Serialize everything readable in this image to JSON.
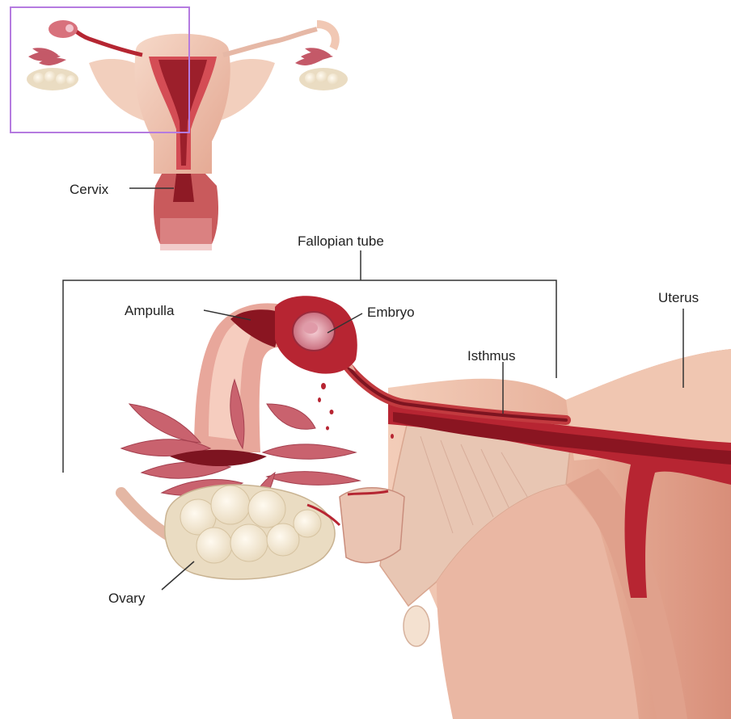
{
  "labels": {
    "cervix": "Cervix",
    "fallopian_tube": "Fallopian tube",
    "ampulla": "Ampulla",
    "embryo": "Embryo",
    "isthmus": "Isthmus",
    "uterus": "Uterus",
    "ovary": "Ovary"
  },
  "colors": {
    "tissue_light": "#f0c8b4",
    "tissue_mid": "#e2a38c",
    "lining_dark": "#a3222c",
    "lining_red": "#c23a3f",
    "ovary_cream": "#f4ead6",
    "fimbria_pink": "#c9626e",
    "highlight_box": "#b57be0",
    "leader_line": "#333333"
  }
}
